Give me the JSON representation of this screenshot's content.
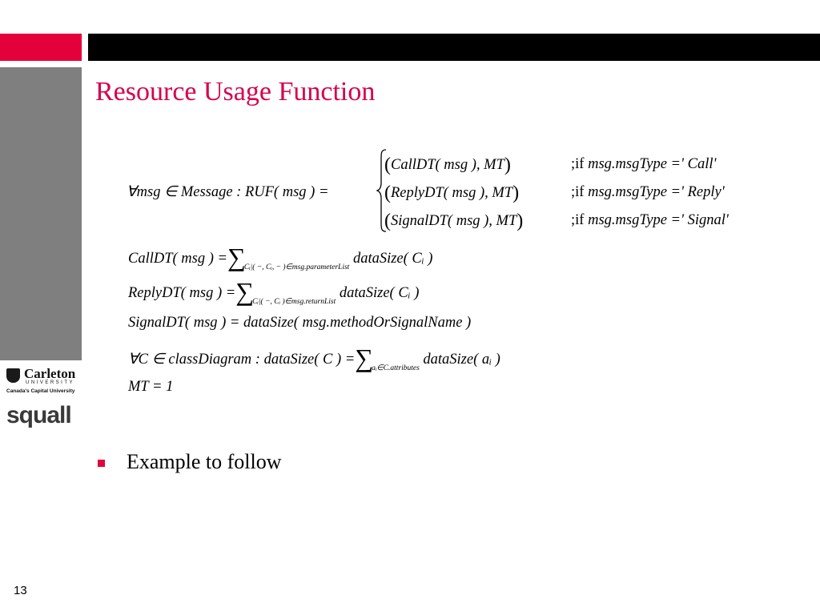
{
  "slide": {
    "title": "Resource Usage Function",
    "page_number": "13",
    "bullets": [
      {
        "text": "Example to follow"
      }
    ]
  },
  "logos": {
    "carleton_name": "Carleton",
    "carleton_university": "UNIVERSITY",
    "carleton_tagline": "Canada's Capital University",
    "squall": "squall"
  },
  "formulas": {
    "ruf_lhs": "∀msg ∈ Message : RUF( msg ) =",
    "ruf_case1_value": "CallDT( msg ), MT",
    "ruf_case1_cond_kw": ";if",
    "ruf_case1_cond": "msg.msgType =' Call'",
    "ruf_case2_value": "ReplyDT( msg ), MT",
    "ruf_case2_cond_kw": ";if",
    "ruf_case2_cond": "msg.msgType =' Reply'",
    "ruf_case3_value": "SignalDT( msg ), MT",
    "ruf_case3_cond_kw": ";if",
    "ruf_case3_cond": "msg.msgType =' Signal'",
    "calldt_lhs": "CallDT( msg ) =",
    "calldt_sum_sub": "Cᵢ|( −, Cᵢ, − )∈msg.parameterList",
    "calldt_rhs": "dataSize( Cᵢ )",
    "replydt_lhs": "ReplyDT( msg ) =",
    "replydt_sum_sub": "Cᵢ|( −, Cᵢ )∈msg.returnList",
    "replydt_rhs": "dataSize( Cᵢ )",
    "signaldt": "SignalDT( msg ) = dataSize( msg.methodOrSignalName )",
    "classdiag_lhs": "∀C ∈ classDiagram : dataSize( C ) =",
    "classdiag_sum_sub": "aᵢ∈C.attributes",
    "classdiag_rhs": "dataSize( aᵢ )",
    "mt": "MT = 1"
  }
}
